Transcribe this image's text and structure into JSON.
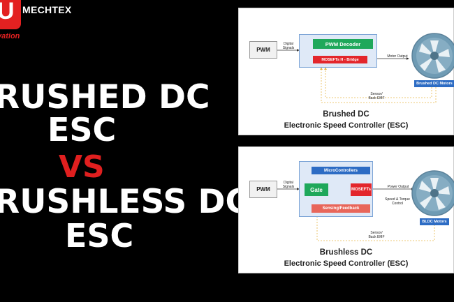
{
  "logo": {
    "mark": "U",
    "name": "MECHTEX",
    "tagline": "vation"
  },
  "left": {
    "line1": "RUSHED DC",
    "line2": "ESC",
    "vs": "VS",
    "line3": "RUSHLESS DC",
    "line4": "ESC"
  },
  "brushed_diagram": {
    "pwm": "PWM",
    "digital_signals": "Digital\nSignals",
    "decoder": "PWM Decoder",
    "bridge": "MOSEFTs H - Bridge",
    "motor_output": "Motor Output",
    "motor_label": "Brushed DC Motors",
    "feedback": "Sensor/\nBack EMF",
    "caption_line1": "Brushed DC",
    "caption_line2": "Electronic Speed Controller (ESC)"
  },
  "brushless_diagram": {
    "pwm": "PWM",
    "digital_signals": "Digital\nSignals",
    "micro": "MicroControllers",
    "gate": "Gate",
    "mosfets": "MOSEFTs",
    "sensing": "Sensing/Feedback",
    "power_output": "Power Output",
    "speed_control": "Speed & Torque\nControl",
    "motor_label": "BLDC Motors",
    "feedback": "Sensor/\nBack EMF",
    "caption_line1": "Brushless DC",
    "caption_line2": "Electronic Speed Controller (ESC)"
  },
  "colors": {
    "accent_red": "#e01f1f",
    "green": "#1fa85b",
    "blue": "#2d6cc4",
    "feedback_line": "#e6b84a",
    "motor": "#6f9bb4"
  }
}
